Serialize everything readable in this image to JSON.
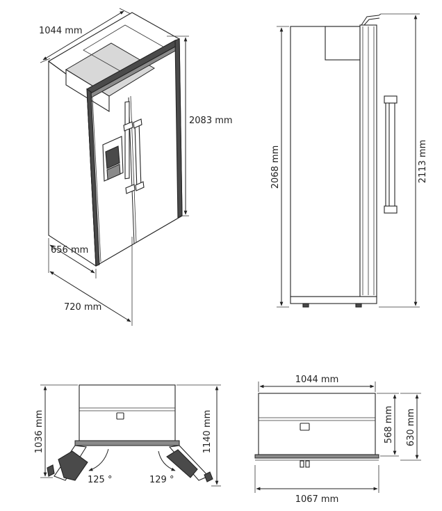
{
  "iso_view": {
    "width_label": "1044 mm",
    "height_label": "2083 mm",
    "depth_inner_label": "656 mm",
    "depth_outer_label": "720 mm"
  },
  "side_view": {
    "cabinet_height_label": "2068 mm",
    "total_height_label": "2113 mm"
  },
  "top_view_open": {
    "depth_label": "1036 mm",
    "depth_open_label": "1140 mm",
    "left_angle_label": "125 °",
    "right_angle_label": "129 °"
  },
  "top_view_closed": {
    "width_label": "1044 mm",
    "width_total_label": "1067 mm",
    "depth_label": "568 mm",
    "depth_total_label": "630 mm"
  },
  "colors": {
    "line": "#222222",
    "fill_dark": "#4a4a4a"
  }
}
